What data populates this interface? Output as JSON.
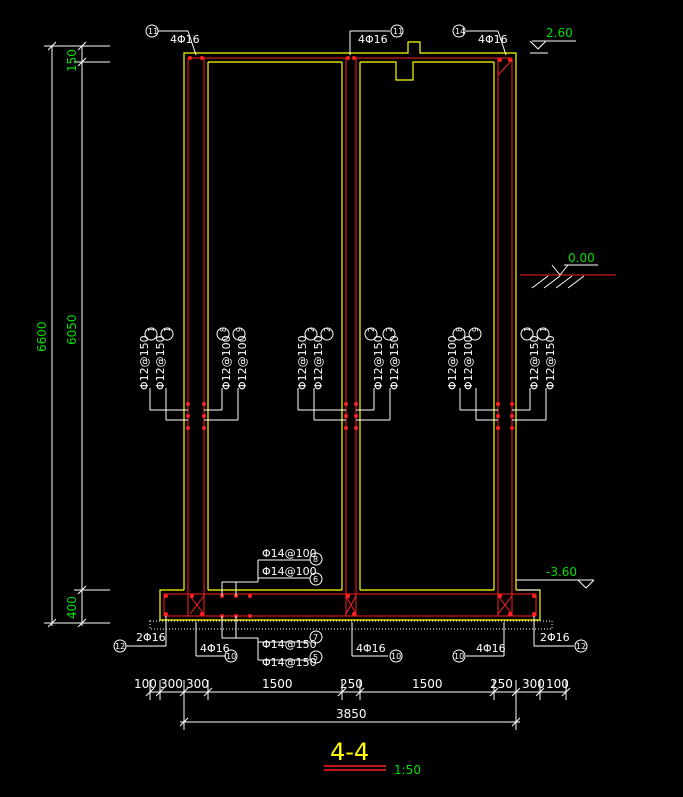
{
  "colors": {
    "background": "#000000",
    "concrete": "#ffff00",
    "rebar": "#ff2020",
    "level": "#00e000",
    "annotation": "#ffffff"
  },
  "levels": {
    "top": "2.60",
    "ground": "0.00",
    "bottom": "-3.60"
  },
  "vertical_dims": {
    "total": "6600",
    "top_slab": "150",
    "wall": "6050",
    "base": "400"
  },
  "horizontal_dims": {
    "a": "100",
    "b": "300",
    "c": "300",
    "d": "1500",
    "e": "250",
    "f": "1500",
    "g": "250",
    "h": "300",
    "i": "100",
    "overall": "3850"
  },
  "top_bars": {
    "left": {
      "mark": "11",
      "label": "4Φ16"
    },
    "mid": {
      "mark": "11",
      "label": "4Φ16"
    },
    "right": {
      "mark": "14",
      "label": "4Φ16"
    }
  },
  "wall_bars": {
    "g1": {
      "a": "Φ12@150",
      "b": "Φ12@150",
      "m1": "1",
      "m2": "1"
    },
    "g2": {
      "a": "Φ12@100",
      "b": "Φ12@100",
      "m1": "8",
      "m2": "9"
    },
    "g3": {
      "a": "Φ12@150",
      "b": "Φ12@150",
      "m1": "2",
      "m2": "2"
    },
    "g4": {
      "a": "Φ12@150",
      "b": "Φ12@150",
      "m1": "2",
      "m2": "2"
    },
    "g5": {
      "a": "Φ12@100",
      "b": "Φ12@100",
      "m1": "8",
      "m2": "9"
    },
    "g6": {
      "a": "Φ12@150",
      "b": "Φ12@150",
      "m1": "1",
      "m2": "1"
    }
  },
  "base_bars": {
    "top1": {
      "label": "Φ14@100",
      "mark": "8"
    },
    "top2": {
      "label": "Φ14@100",
      "mark": "6"
    },
    "bot1": {
      "label": "Φ14@150",
      "mark": "7"
    },
    "bot2": {
      "label": "Φ14@150",
      "mark": "5"
    },
    "left_end": {
      "label": "2Φ16",
      "mark": "12"
    },
    "right_end": {
      "label": "2Φ16",
      "mark": "12"
    },
    "left_inner": {
      "label": "4Φ16",
      "mark": "10"
    },
    "mid_inner": {
      "label": "4Φ16",
      "mark": "10"
    },
    "right_inner": {
      "label": "4Φ16",
      "mark": "10"
    }
  },
  "title": {
    "section": "4-4",
    "scale": "1:50"
  }
}
